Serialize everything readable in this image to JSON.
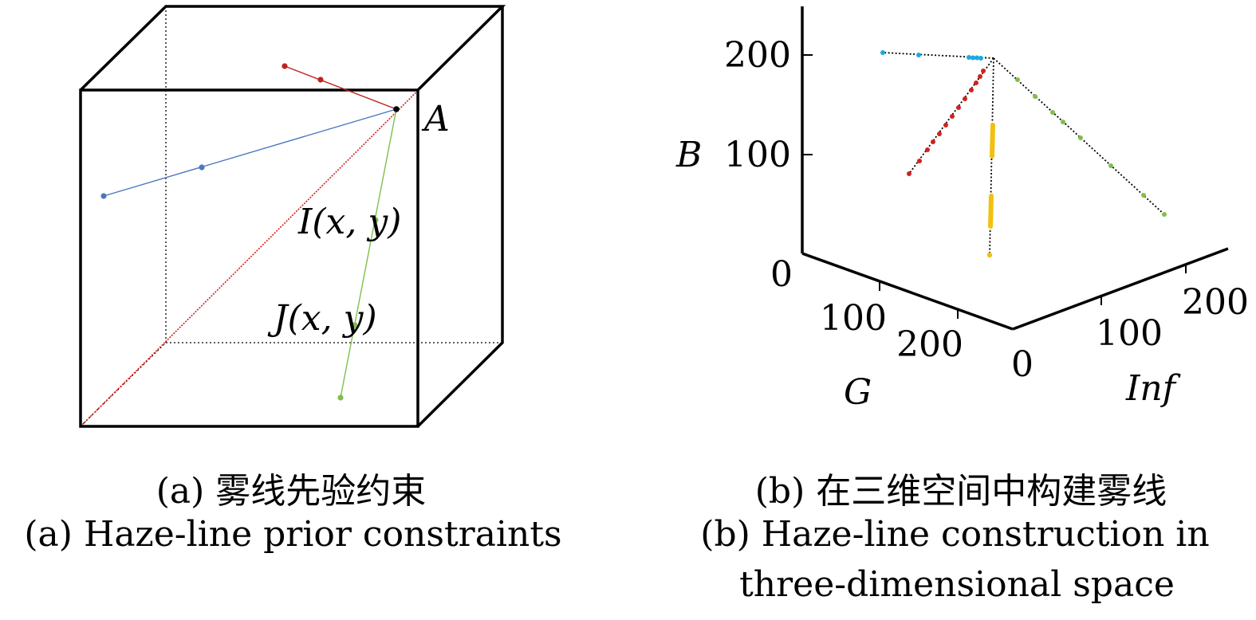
{
  "panel_a": {
    "label_A": "A",
    "label_I": "I(x, y)",
    "label_J": "J(x, y)",
    "caption_zh": "(a) 雾线先验约束",
    "caption_en": "(a) Haze-line prior constraints"
  },
  "panel_b": {
    "axis_B": "B",
    "axis_G": "G",
    "axis_Inf": "Inf",
    "ticks_B": [
      "0",
      "100",
      "200"
    ],
    "ticks_G": [
      "100",
      "200"
    ],
    "ticks_Inf": [
      "0",
      "100",
      "200"
    ],
    "caption_zh": "(b) 在三维空间中构建雾线",
    "caption_en_1": "(b) Haze-line construction in",
    "caption_en_2": "three-dimensional space"
  },
  "colors": {
    "red": "#d0221e",
    "blue": "#4a77c0",
    "green": "#7fbf4a",
    "cyan": "#1aa9e0",
    "yellow": "#f2c010",
    "black": "#000000"
  }
}
